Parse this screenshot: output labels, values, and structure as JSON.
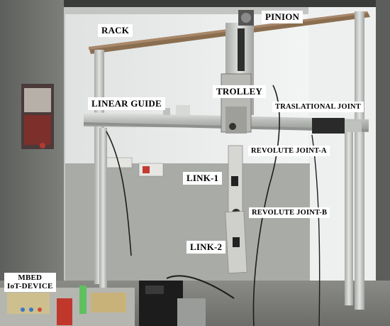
{
  "labels": {
    "rack": "RACK",
    "pinion": "PINION",
    "trolley": "TROLLEY",
    "linear_guide": "LINEAR GUIDE",
    "traslational_joint": "TRASLATIONAL JOINT",
    "revolute_joint_a": "REVOLUTE JOINT-A",
    "link_1": "LINK-1",
    "revolute_joint_b": "REVOLUTE JOINT-B",
    "link_2": "LINK-2",
    "mbed_line1": "MBED",
    "mbed_line2": "IoT-DEVICE"
  },
  "colors": {
    "wall_left": "#6f6f6c",
    "whiteboard": "#e9eceb",
    "aluminium": "#c9ccc9",
    "rack_wood": "#8a6e4f",
    "dark_motor": "#2a2a2a",
    "label_bg": "#ffffff",
    "label_text": "#000000"
  }
}
